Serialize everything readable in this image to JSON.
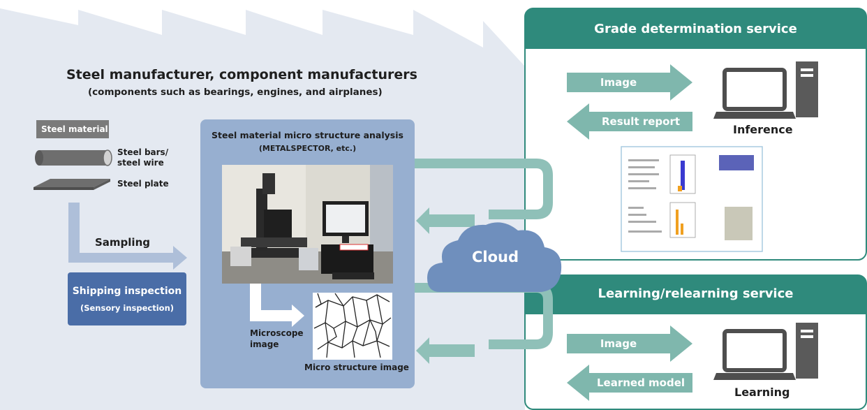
{
  "factory": {
    "title": "Steel manufacturer, component manufacturers",
    "subtitle": "(components such as bearings, engines, and airplanes)",
    "steel_material_label": "Steel material",
    "steel_bars_label_1": "Steel bars/",
    "steel_bars_label_2": "steel wire",
    "steel_plate_label": "Steel plate",
    "sampling_label": "Sampling",
    "shipping_title": "Shipping inspection",
    "shipping_sub": "(Sensory inspection)"
  },
  "analysis": {
    "title": "Steel material micro structure analysis",
    "subtitle": "(METALSPECTOR, etc.)",
    "microscope_label_1": "Microscope",
    "microscope_label_2": "image",
    "micro_structure_label": "Micro structure image"
  },
  "cloud": {
    "label": "Cloud"
  },
  "grade_service": {
    "header": "Grade determination service",
    "image_arrow": "Image",
    "result_arrow": "Result report",
    "computer_label": "Inference"
  },
  "learning_service": {
    "header": "Learning/relearning service",
    "image_arrow": "Image",
    "model_arrow": "Learned model",
    "computer_label": "Learning"
  },
  "colors": {
    "teal_dark": "#2f8a7c",
    "teal_light": "#7fb7ad",
    "factory_bg": "#e4e9f1",
    "analysis_box": "#97afd0",
    "shipping_box": "#4a6da7",
    "cloud": "#6f8fbd"
  }
}
